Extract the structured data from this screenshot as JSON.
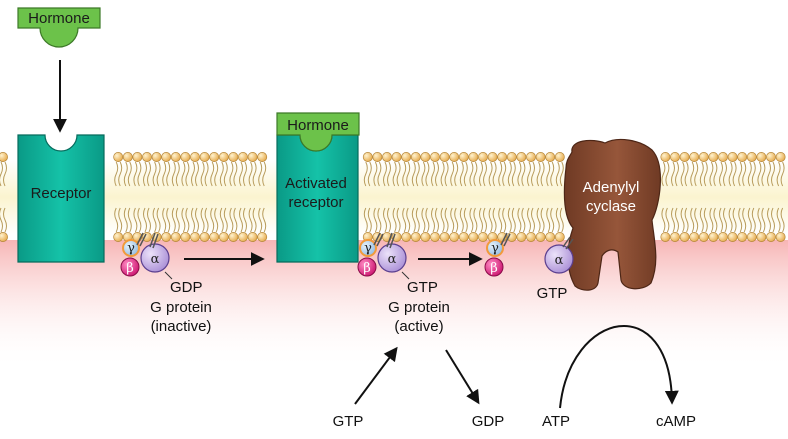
{
  "colors": {
    "membrane_tail": "#c8b27a",
    "membrane_head": "#f1c36a",
    "membrane_band": "#fbf4cf",
    "cytoplasm_top": "#f7b5b5",
    "receptor": "#12b8a0",
    "hormone": "#6cc24a",
    "adenylyl_cyclase": "#8a4d33",
    "alpha": "#c9b3e8",
    "beta": "#e0197f",
    "gamma": "#9ec5e8",
    "gamma_ring": "#f29a3a"
  },
  "labels": {
    "hormone_free": "Hormone",
    "hormone_bound": "Hormone",
    "receptor": "Receptor",
    "activated_receptor_l1": "Activated",
    "activated_receptor_l2": "receptor",
    "adenylyl_l1": "Adenylyl",
    "adenylyl_l2": "cyclase",
    "gdp_bound": "GDP",
    "g_protein_inactive_l1": "G protein",
    "g_protein_inactive_l2": "(inactive)",
    "gtp_bound": "GTP",
    "g_protein_active_l1": "G protein",
    "g_protein_active_l2": "(active)",
    "gtp_alpha": "GTP",
    "gtp_in": "GTP",
    "gdp_out": "GDP",
    "atp": "ATP",
    "camp": "cAMP"
  },
  "subunits": {
    "alpha": "α",
    "beta": "β",
    "gamma": "γ"
  }
}
